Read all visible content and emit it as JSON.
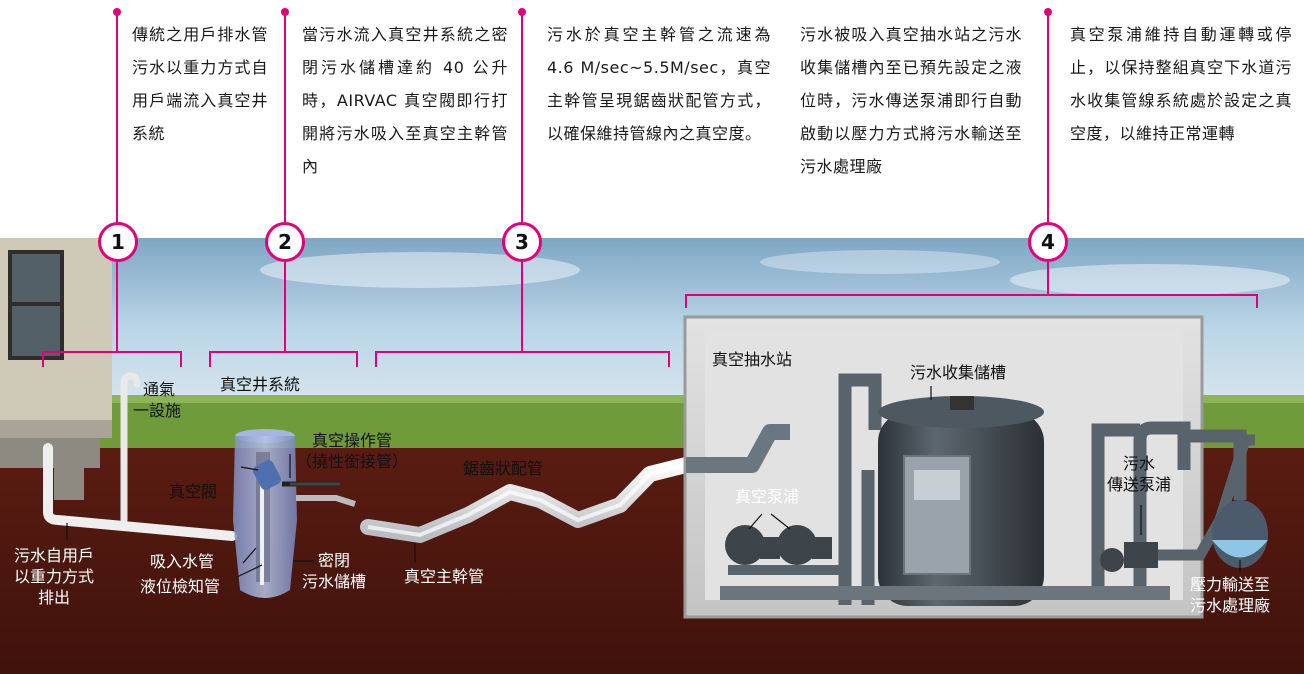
{
  "colors": {
    "accent": "#e2007a",
    "sky": "#a9cbe3",
    "grass": "#6f9b3b",
    "soil": "#5a1e14",
    "station_wall": "#d6d6d6",
    "equipment": "#3f474f"
  },
  "steps": [
    {
      "number": "1",
      "description": "傳統之用戶排水管污水以重力方式自用戶端流入真空井系統"
    },
    {
      "number": "2",
      "description": "當污水流入真空井系統之密閉污水儲槽達約 40 公升時，AIRVAC 真空閥即行打開將污水吸入至真空主幹管內"
    },
    {
      "number": "3",
      "description": "污水於真空主幹管之流速為 4.6 M/sec~5.5M/sec，真空主幹管呈現鋸齒狀配管方式，以確保維持管線內之真空度。"
    },
    {
      "number": "",
      "description": "污水被吸入真空抽水站之污水收集儲槽內至已預先設定之液位時，污水傳送泵浦即行自動啟動以壓力方式將污水輸送至污水處理廠"
    },
    {
      "number": "4",
      "description": "真空泵浦維持自動運轉或停止，以保持整組真空下水道污水收集管線系統處於設定之真空度，以維持正常運轉"
    }
  ],
  "labels": {
    "vent_line1": "通氣",
    "vent_line2": "一設施",
    "vacuum_well_system": "真空井系統",
    "vacuum_valve": "真空閥",
    "control_pipe_line1": "真空操作管",
    "control_pipe_line2": "（撓性銜接管）",
    "sawtooth_pipe": "鋸齒狀配管",
    "household_line1": "污水自用戶",
    "household_line2": "以重力方式",
    "household_line3": "排出",
    "suction_pipe": "吸入水管",
    "sealed_tank_line1": "密閉",
    "sealed_tank_line2": "污水儲槽",
    "level_sensor": "液位檢知管",
    "main_pipe": "真空主幹管",
    "station": "真空抽水站",
    "collection_tank": "污水收集儲槽",
    "vacuum_pump": "真空泵浦",
    "transfer_pump_line1": "污水",
    "transfer_pump_line2": "傳送泵浦",
    "to_plant_line1": "壓力輸送至",
    "to_plant_line2": "污水處理廠"
  }
}
